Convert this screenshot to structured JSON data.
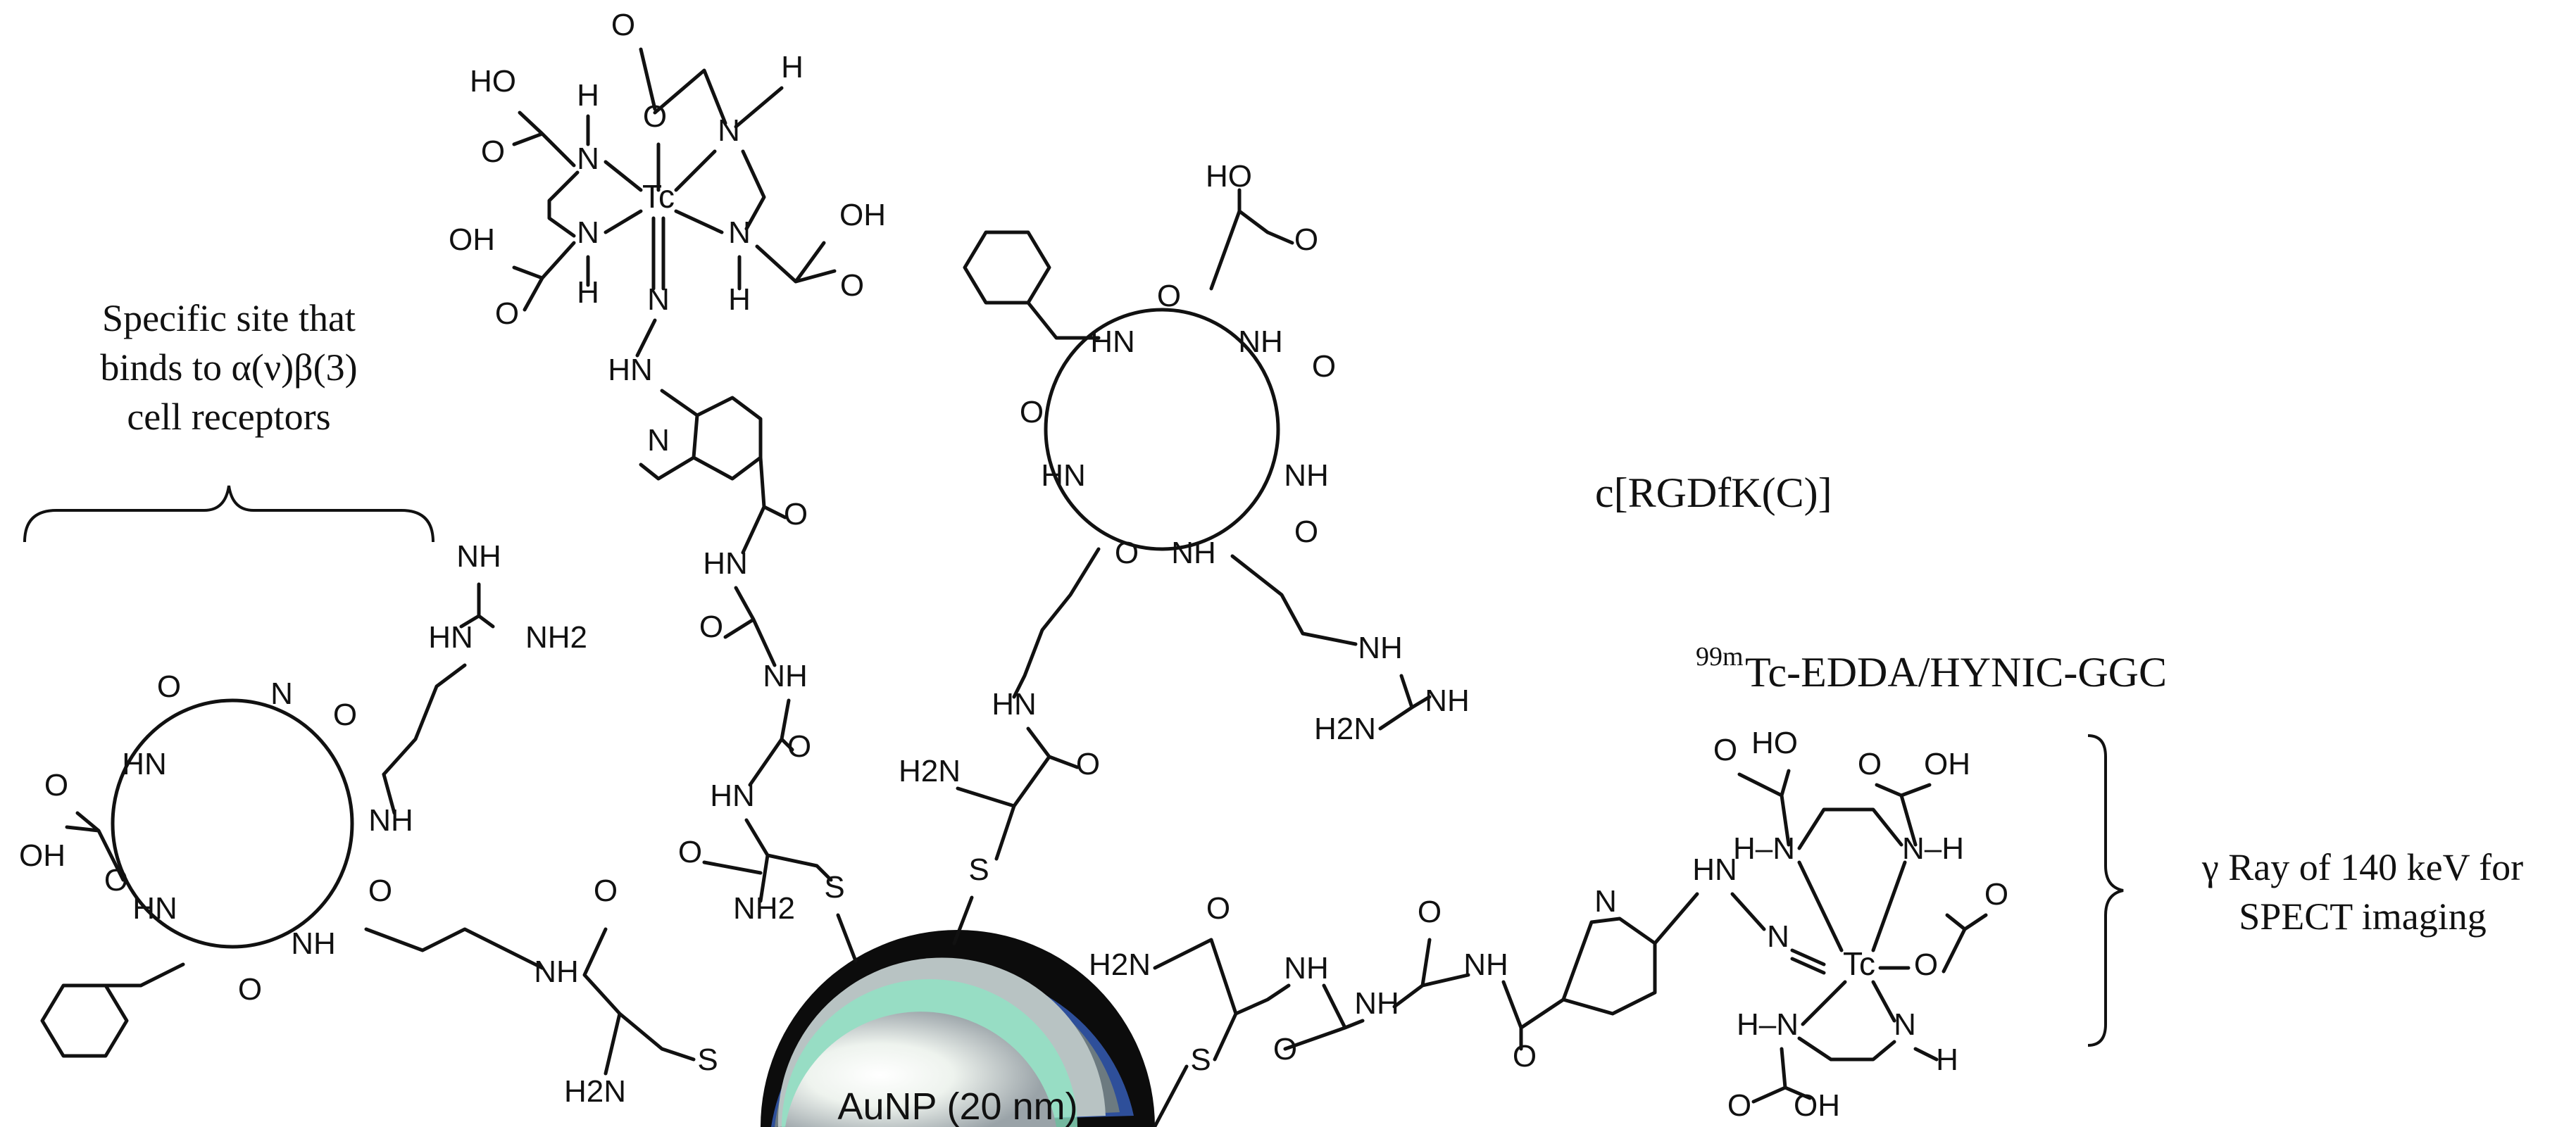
{
  "annotations": {
    "site_line1": "Specific site that",
    "site_line2": "binds to α(ν)β(3)",
    "site_line3": "cell receptors",
    "peptide": "c[RGDfK(C)]",
    "label_sup": "99m",
    "label_main": "Tc-EDDA/HYNIC-GGC",
    "gamma_line1": "γ Ray of 140 keV for",
    "gamma_line2": "SPECT imaging",
    "nanoparticle": "AuNP (20 nm)"
  },
  "atoms": {
    "tc": "Tc",
    "n": "N",
    "h": "H",
    "o": "O",
    "s": "S",
    "hn": "HN",
    "nh": "NH",
    "oh": "OH",
    "ho": "HO",
    "nh2": "NH2",
    "h2n": "H2N",
    "h_n": "H–N",
    "n_h": "N–H"
  },
  "colors": {
    "ink": "#111111",
    "np_core": "#0c0c0c",
    "np_band_blue": "#2e4f9a",
    "np_band_green": "#8fe3c4",
    "np_band_gray": "#8a8f94",
    "np_highlight": "#f3f7f2"
  }
}
